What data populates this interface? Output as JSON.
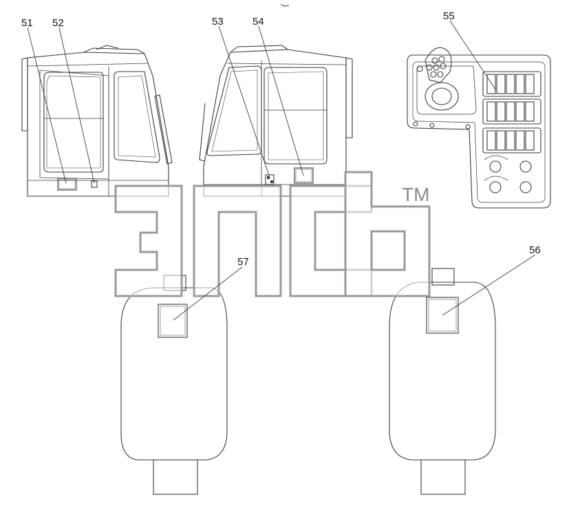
{
  "watermark": {
    "brand": "ЭПСБ",
    "trademark": "TM"
  },
  "callouts": [
    {
      "id": "51",
      "label": "51"
    },
    {
      "id": "52",
      "label": "52"
    },
    {
      "id": "53",
      "label": "53"
    },
    {
      "id": "54",
      "label": "54"
    },
    {
      "id": "55",
      "label": "55"
    },
    {
      "id": "56",
      "label": "56"
    },
    {
      "id": "57",
      "label": "57"
    }
  ],
  "colors": {
    "line": "#3a3a3a",
    "watermark": "#9a9a9a",
    "background": "#ffffff"
  }
}
